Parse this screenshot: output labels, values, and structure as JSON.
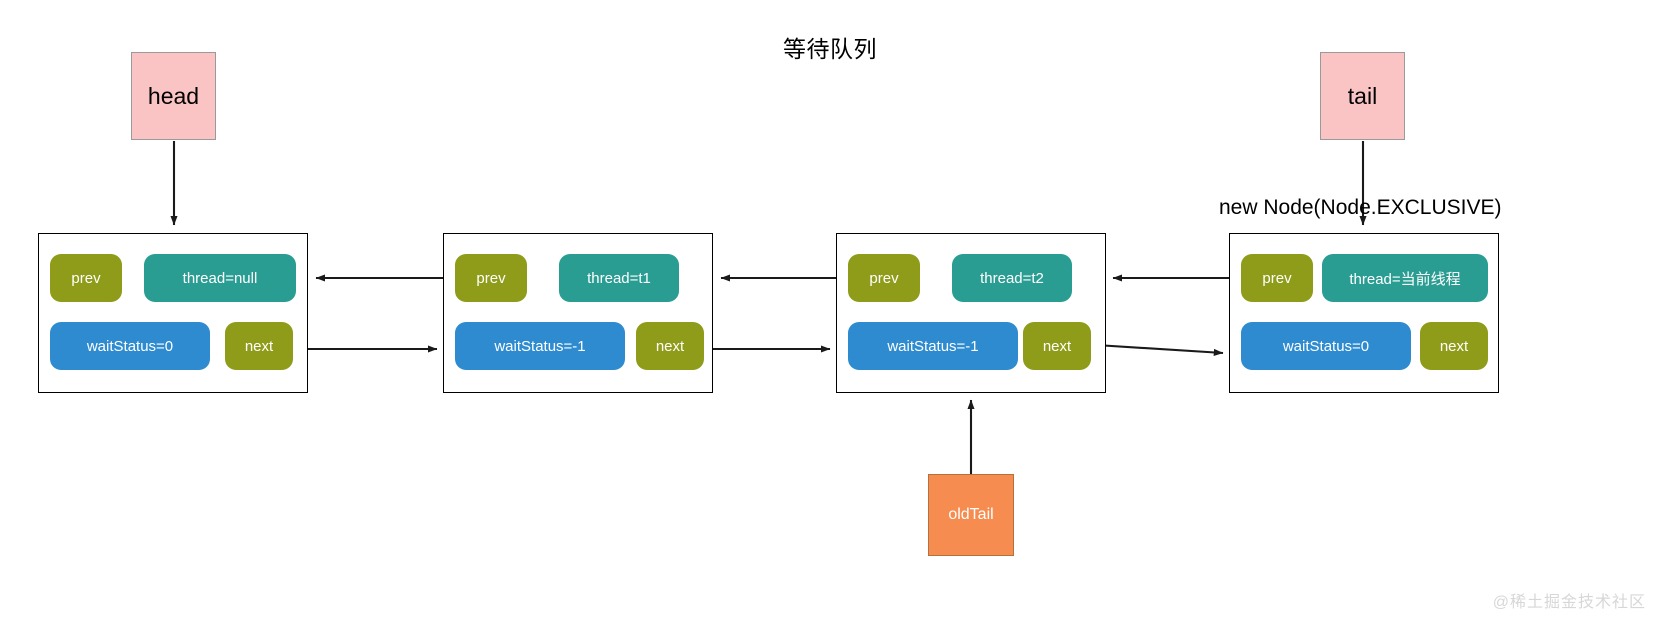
{
  "title": "等待队列",
  "watermark": "@稀土掘金技术社区",
  "pointers": {
    "head": "head",
    "tail": "tail",
    "old_tail": "oldTail"
  },
  "annotations": {
    "new_node": "new Node(Node.EXCLUSIVE)"
  },
  "colors": {
    "pointer_box_fill": "#fbc4c4",
    "pointer_box_border": "#9a9a9a",
    "old_tail_fill": "#f68c4f",
    "old_tail_border": "#b5713c",
    "prev_field": "#8f9c19",
    "next_field": "#8f9c19",
    "thread_field": "#2a9d93",
    "wait_status_field": "#2e8bd0",
    "node_border": "#000000",
    "node_fill": "#ffffff",
    "arrow": "#1a1a1a",
    "text_on_field": "#ffffff",
    "title_text": "#000000",
    "watermark_text": "#d7d7d7"
  },
  "nodes": [
    {
      "id": "node-0",
      "prev": "prev",
      "thread": "thread=null",
      "wait_status": "waitStatus=0",
      "next": "next"
    },
    {
      "id": "node-1",
      "prev": "prev",
      "thread": "thread=t1",
      "wait_status": "waitStatus=-1",
      "next": "next"
    },
    {
      "id": "node-2",
      "prev": "prev",
      "thread": "thread=t2",
      "wait_status": "waitStatus=-1",
      "next": "next"
    },
    {
      "id": "node-3",
      "prev": "prev",
      "thread": "thread=当前线程",
      "wait_status": "waitStatus=0",
      "next": "next"
    }
  ],
  "edges": [
    {
      "name": "head-to-node-0",
      "kind": "pointer",
      "direction": "down"
    },
    {
      "name": "tail-to-node-3",
      "kind": "pointer",
      "direction": "down"
    },
    {
      "name": "oldtail-to-node-2",
      "kind": "pointer",
      "direction": "up"
    },
    {
      "name": "node-1-prev-to-node-0",
      "kind": "prev-link",
      "direction": "left"
    },
    {
      "name": "node-2-prev-to-node-1",
      "kind": "prev-link",
      "direction": "left"
    },
    {
      "name": "node-3-prev-to-node-2",
      "kind": "prev-link",
      "direction": "left"
    },
    {
      "name": "node-0-next-to-node-1",
      "kind": "next-link",
      "direction": "right"
    },
    {
      "name": "node-1-next-to-node-2",
      "kind": "next-link",
      "direction": "right"
    },
    {
      "name": "node-2-next-to-node-3",
      "kind": "next-link",
      "direction": "right"
    }
  ]
}
